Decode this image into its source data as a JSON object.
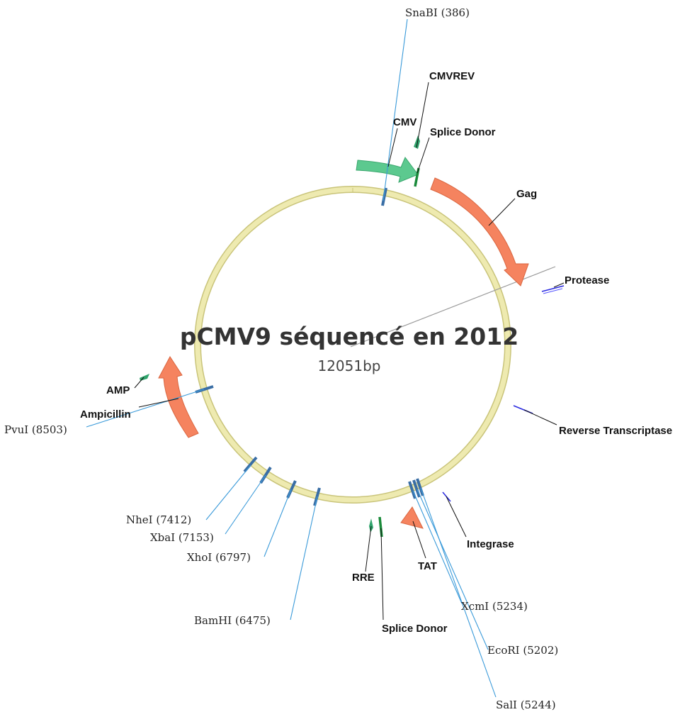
{
  "plasmid": {
    "name": "pCMV9 séquencé en 2012",
    "size_label": "12051bp"
  },
  "enzymes": [
    {
      "id": "snabi",
      "label": "SnaBI (386)"
    },
    {
      "id": "pvui",
      "label": "PvuI (8503)"
    },
    {
      "id": "nhei",
      "label": "NheI (7412)"
    },
    {
      "id": "xbai",
      "label": "XbaI (7153)"
    },
    {
      "id": "xhoi",
      "label": "XhoI (6797)"
    },
    {
      "id": "bamhi",
      "label": "BamHI (6475)"
    },
    {
      "id": "xcmi",
      "label": "XcmI (5234)"
    },
    {
      "id": "ecori",
      "label": "EcoRI (5202)"
    },
    {
      "id": "sali",
      "label": "SalI (5244)"
    }
  ],
  "features": [
    {
      "id": "cmvrev",
      "label": "CMVREV"
    },
    {
      "id": "cmv",
      "label": "CMV"
    },
    {
      "id": "splice-donor-1",
      "label": "Splice Donor"
    },
    {
      "id": "gag",
      "label": "Gag"
    },
    {
      "id": "protease",
      "label": "Protease"
    },
    {
      "id": "amp",
      "label": "AMP"
    },
    {
      "id": "ampicillin",
      "label": "Ampicillin"
    },
    {
      "id": "reverse-transcriptase",
      "label": "Reverse Transcriptase"
    },
    {
      "id": "integrase",
      "label": "Integrase"
    },
    {
      "id": "tat",
      "label": "TAT"
    },
    {
      "id": "rre",
      "label": "RRE"
    },
    {
      "id": "splice-donor-2",
      "label": "Splice Donor"
    }
  ],
  "colors": {
    "backbone": "#e9e6a6",
    "backbone_edge": "#c9c47a",
    "site": "#3a6ea5",
    "site_line": "#3a9ad9",
    "gene": "#f5835f",
    "promoter": "#5cc98f",
    "small_feature": "#2a2ae0"
  }
}
